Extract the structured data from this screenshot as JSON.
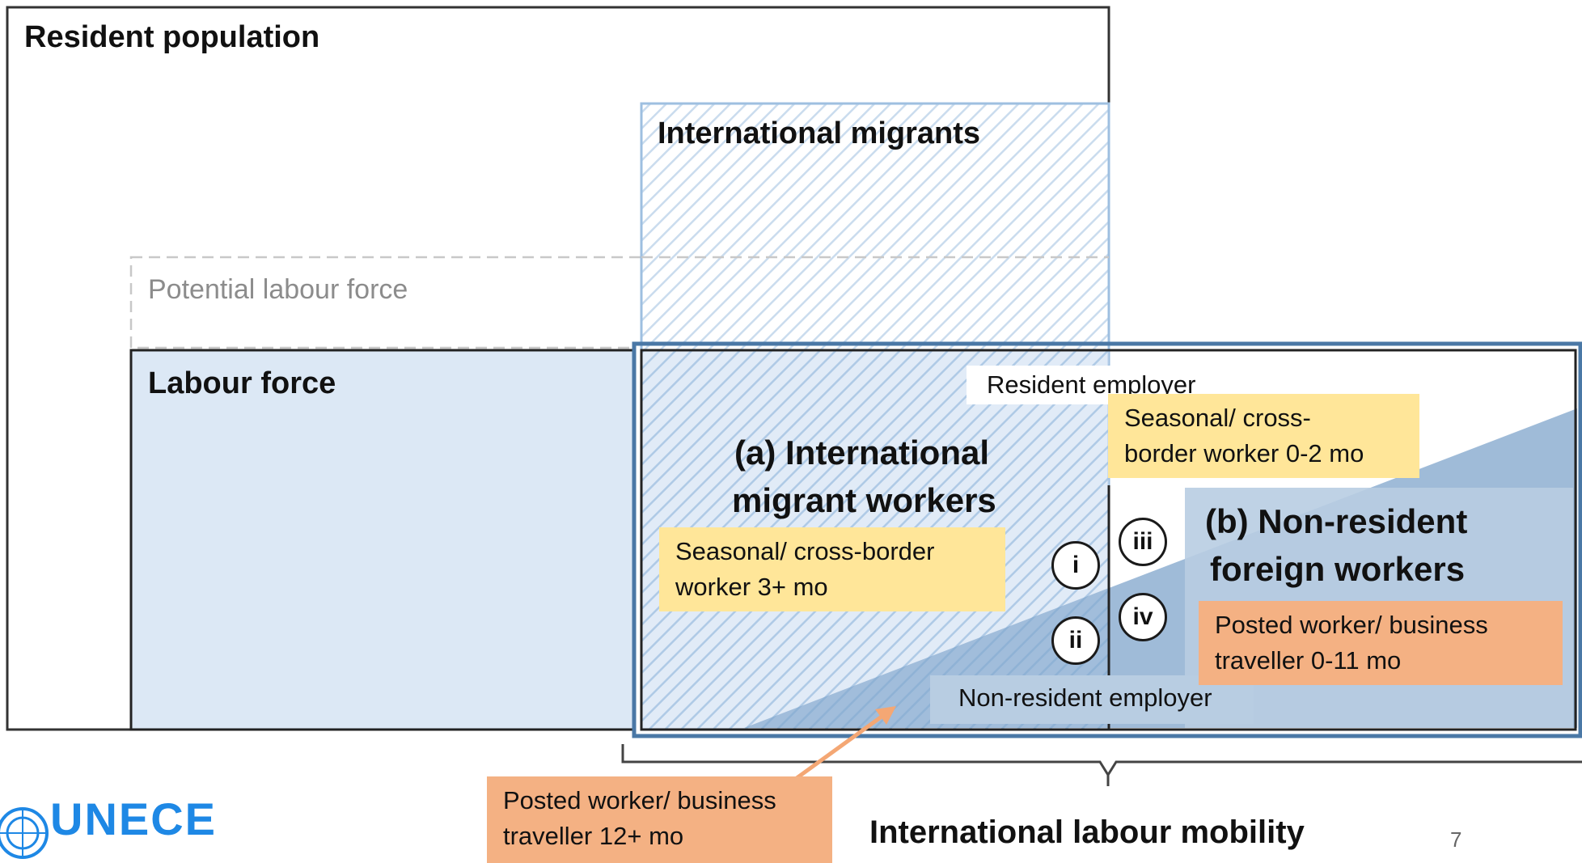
{
  "labels": {
    "resident_population": "Resident population",
    "international_migrants": "International migrants",
    "potential_labour_force": "Potential labour force",
    "labour_force": "Labour force",
    "resident_employer": "Resident employer",
    "non_resident_employer": "Non-resident employer",
    "international_migrant_workers_line1": "(a) International",
    "international_migrant_workers_line2": "migrant workers",
    "non_resident_foreign_workers_line1": "(b) Non-resident",
    "non_resident_foreign_workers_line2": "foreign workers",
    "international_labour_mobility": "International labour mobility"
  },
  "notes": {
    "seasonal_short_line1": "Seasonal/ cross-",
    "seasonal_short_line2": "border worker 0-2 mo",
    "seasonal_long_line1": "Seasonal/ cross-border",
    "seasonal_long_line2": "worker 3+ mo",
    "posted_short_line1": "Posted worker/ business",
    "posted_short_line2": "traveller 0-11 mo",
    "posted_long_line1": "Posted worker/ business",
    "posted_long_line2": "traveller 12+ mo"
  },
  "circles": {
    "i": "i",
    "ii": "ii",
    "iii": "iii",
    "iv": "iv"
  },
  "logo": {
    "text": "UNECE"
  },
  "page_number": "7",
  "colors": {
    "labour_force_fill": "#dce8f5",
    "mobility_border": "#4a78a6",
    "triangle_fill": "#9fbbd8",
    "yellow_note": "#ffe699",
    "orange_note": "#f4b183",
    "arrow": "#f4a774",
    "logo": "#1e88e5"
  }
}
